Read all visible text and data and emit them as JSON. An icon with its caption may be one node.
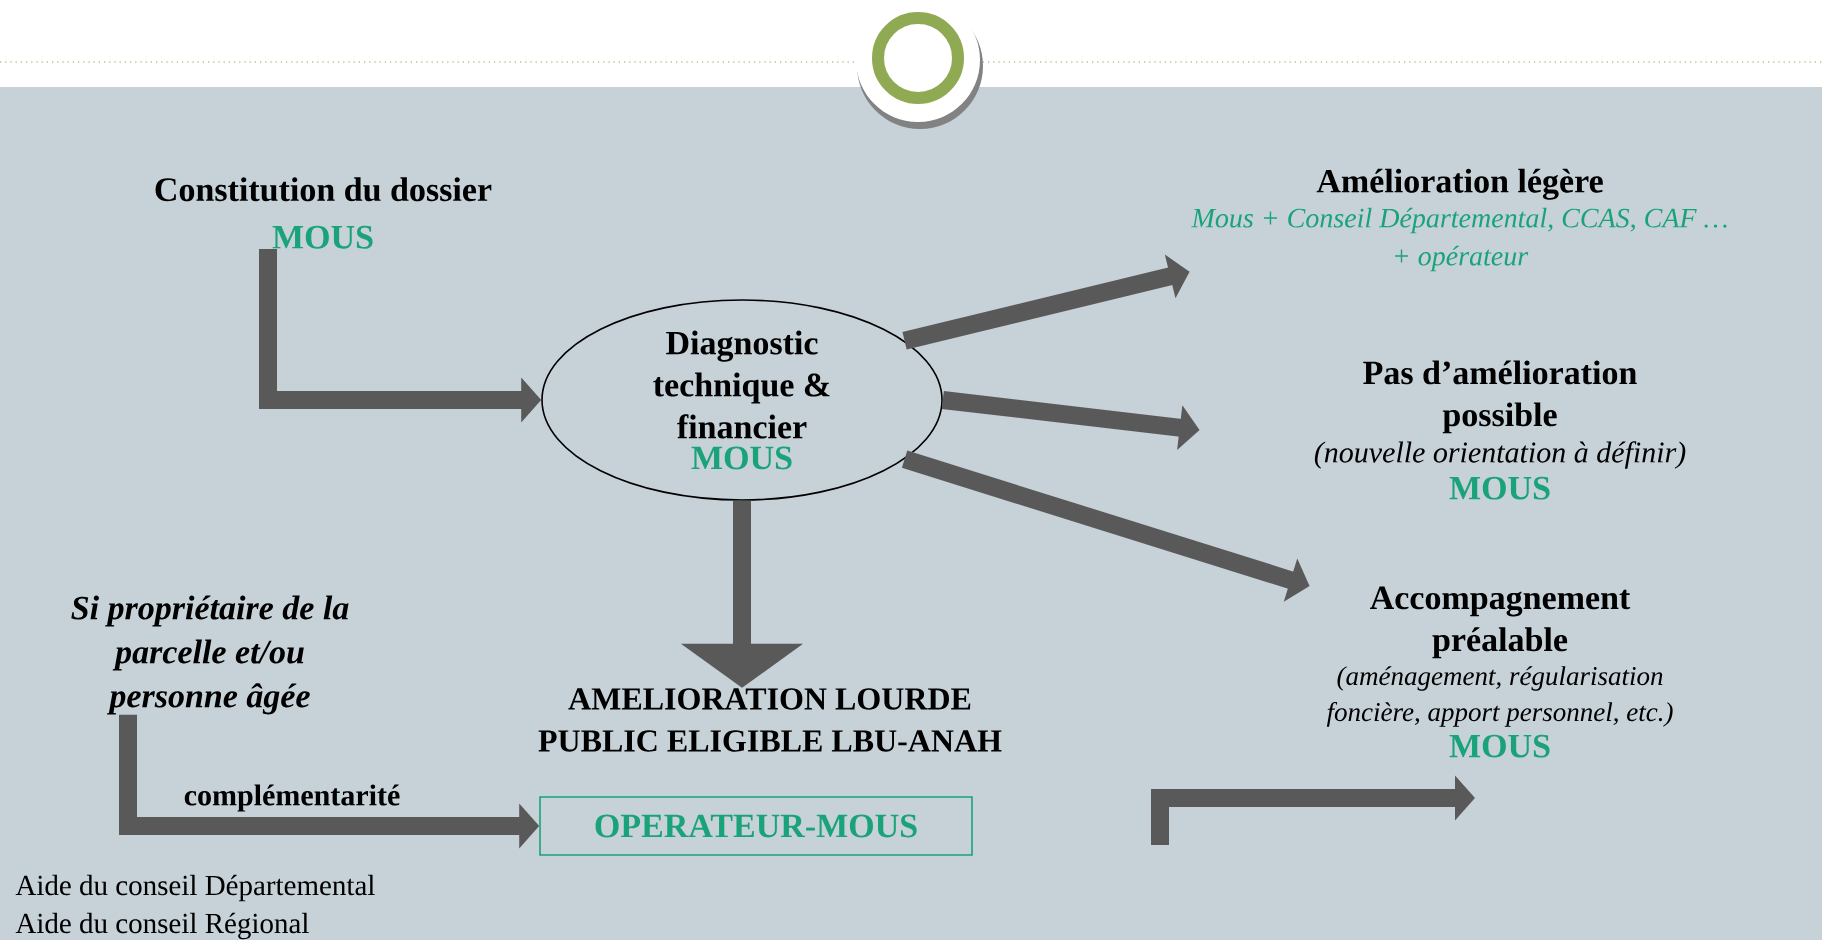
{
  "diagram": {
    "nodes": [
      {
        "text": [
          "Constitution du dossier",
          "MOUS"
        ]
      },
      {
        "text": [
          "Diagnostic technique & financier",
          "MOUS"
        ]
      },
      {
        "text": [
          "Amélioration légère",
          "Mous + Conseil Départemental, CCAS, CAF … + opérateur"
        ]
      },
      {
        "text": [
          "Pas d’amélioration possible",
          "(nouvelle orientation à définir)",
          "MOUS"
        ]
      },
      {
        "text": [
          "Accompagnement préalable",
          "(aménagement, régularisation foncière, apport personnel, etc.)",
          "MOUS"
        ]
      },
      {
        "text": [
          "AMELIORATION LOURDE PUBLIC ELIGIBLE LBU-ANAH"
        ]
      },
      {
        "text": [
          "OPERATEUR-MOUS"
        ]
      },
      {
        "text": [
          "Si propriétaire de la parcelle et/ou personne âgée"
        ]
      }
    ],
    "edges": [
      {
        "from": 0,
        "to": 1,
        "arrow": "to"
      },
      {
        "from": 1,
        "to": 2,
        "arrow": "to"
      },
      {
        "from": 1,
        "to": 3,
        "arrow": "to"
      },
      {
        "from": 1,
        "to": 4,
        "arrow": "to"
      },
      {
        "from": 1,
        "to": 5,
        "arrow": "to"
      },
      {
        "from": 7,
        "to": 6,
        "arrow": "to",
        "label": "complémentarité"
      }
    ],
    "labels": [
      "Aide du conseil Départemental",
      "Aide du conseil Régional"
    ]
  }
}
